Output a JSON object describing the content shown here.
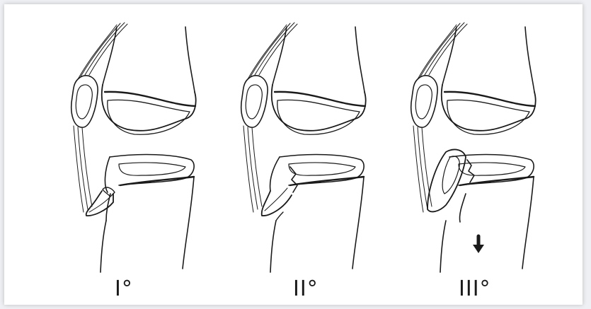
{
  "figure": {
    "panels": [
      {
        "id": "grade-1",
        "label": "I°"
      },
      {
        "id": "grade-2",
        "label": "II°"
      },
      {
        "id": "grade-3",
        "label": "III°"
      }
    ]
  },
  "colors": {
    "line": "#1a1a1a",
    "background": "#ffffff",
    "border": "#eef0f3"
  }
}
